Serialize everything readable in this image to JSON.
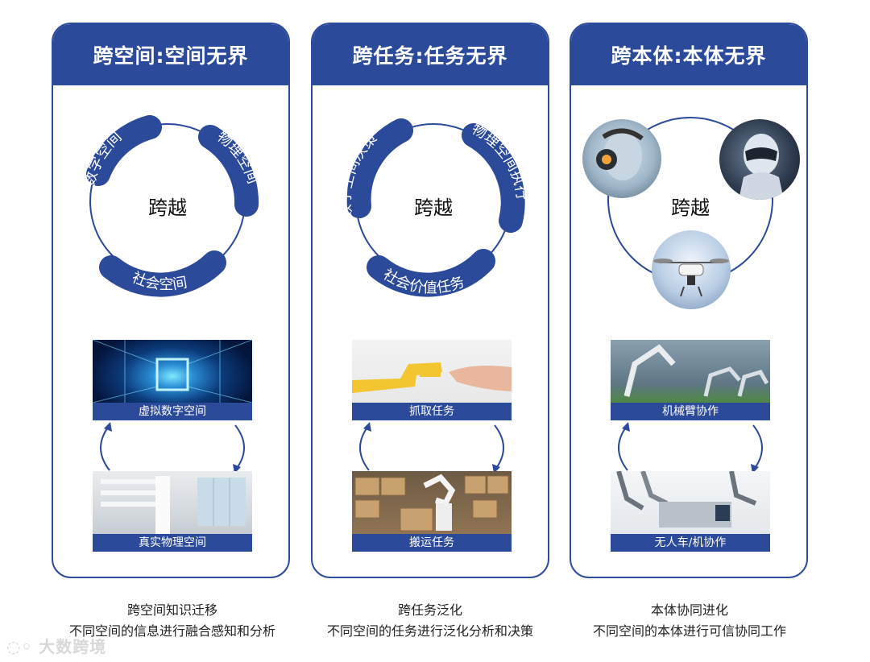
{
  "panels": [
    {
      "title": "跨空间:空间无界",
      "center": "跨越",
      "arc_labels": [
        "数字空间",
        "物理空间",
        "社会空间"
      ],
      "top_caption": "虚拟数字空间",
      "bottom_caption": "真实物理空间"
    },
    {
      "title": "跨任务:任务无界",
      "center": "跨越",
      "arc_labels": [
        "数字空间决策",
        "物理空间执行",
        "社会价值任务"
      ],
      "top_caption": "抓取任务",
      "bottom_caption": "搬运任务"
    },
    {
      "title": "跨本体:本体无界",
      "center": "跨越",
      "top_caption": "机械臂协作",
      "bottom_caption": "无人车/机协作"
    }
  ],
  "footer": [
    {
      "line1": "跨空间知识迁移",
      "line2": "不同空间的信息进行融合感知和分析"
    },
    {
      "line1": "跨任务泛化",
      "line2": "不同空间的任务进行泛化分析和决策"
    },
    {
      "line1": "本体协同进化",
      "line2": "不同空间的本体进行可信协同工作"
    }
  ],
  "watermark": "大数跨境",
  "colors": {
    "primary": "#2c4a9a",
    "background": "#ffffff"
  }
}
